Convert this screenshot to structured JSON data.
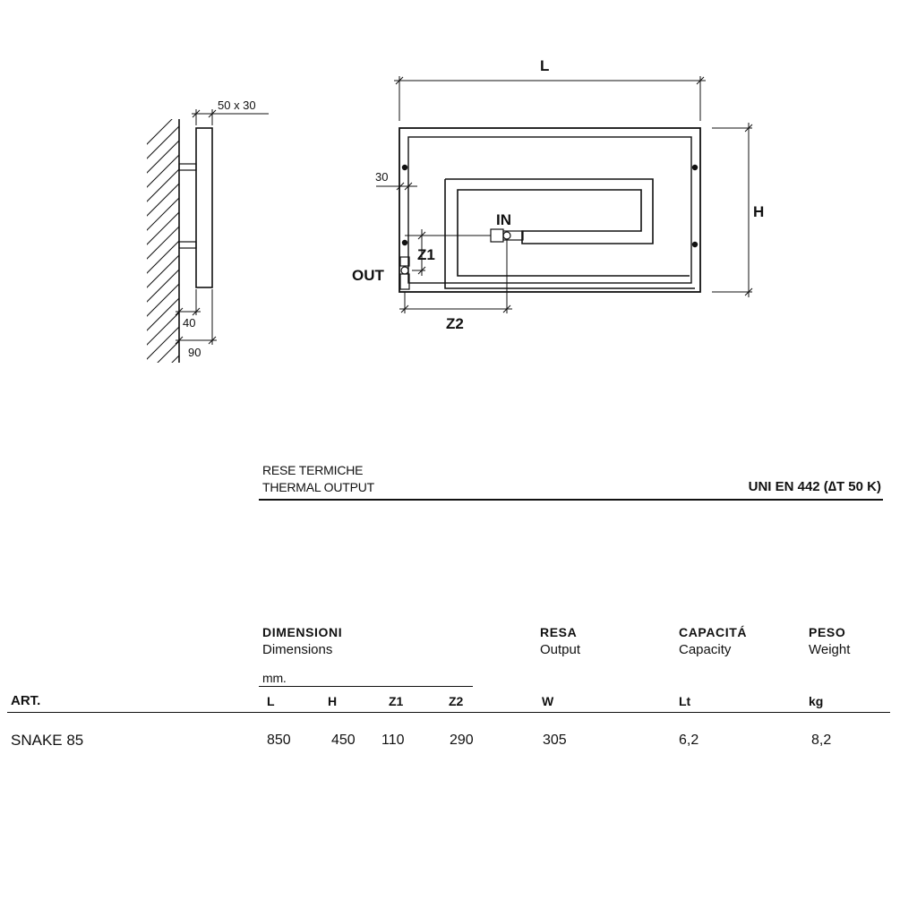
{
  "drawing": {
    "side_view": {
      "profile_label": "50 x 30",
      "depth_inner": "40",
      "depth_outer": "90"
    },
    "front_view": {
      "width_label": "L",
      "height_label": "H",
      "offset_label": "30",
      "inlet_label": "IN",
      "outlet_label": "OUT",
      "z1_label": "Z1",
      "z2_label": "Z2"
    }
  },
  "thermal": {
    "title_it": "RESE TERMICHE",
    "title_en": "THERMAL OUTPUT",
    "standard": "UNI EN 442 (∆T 50 K)"
  },
  "table": {
    "groups": {
      "dimensions": {
        "it": "DIMENSIONI",
        "en": "Dimensions",
        "unit_note": "mm."
      },
      "output": {
        "it": "RESA",
        "en": "Output"
      },
      "capacity": {
        "it": "CAPACITÁ",
        "en": "Capacity"
      },
      "weight": {
        "it": "PESO",
        "en": "Weight"
      }
    },
    "columns": {
      "art": "ART.",
      "L": "L",
      "H": "H",
      "Z1": "Z1",
      "Z2": "Z2",
      "W": "W",
      "Lt": "Lt",
      "kg": "kg"
    },
    "rows": [
      {
        "art": "SNAKE 85",
        "L": "850",
        "H": "450",
        "Z1": "110",
        "Z2": "290",
        "W": "305",
        "Lt": "6,2",
        "kg": "8,2"
      }
    ]
  }
}
